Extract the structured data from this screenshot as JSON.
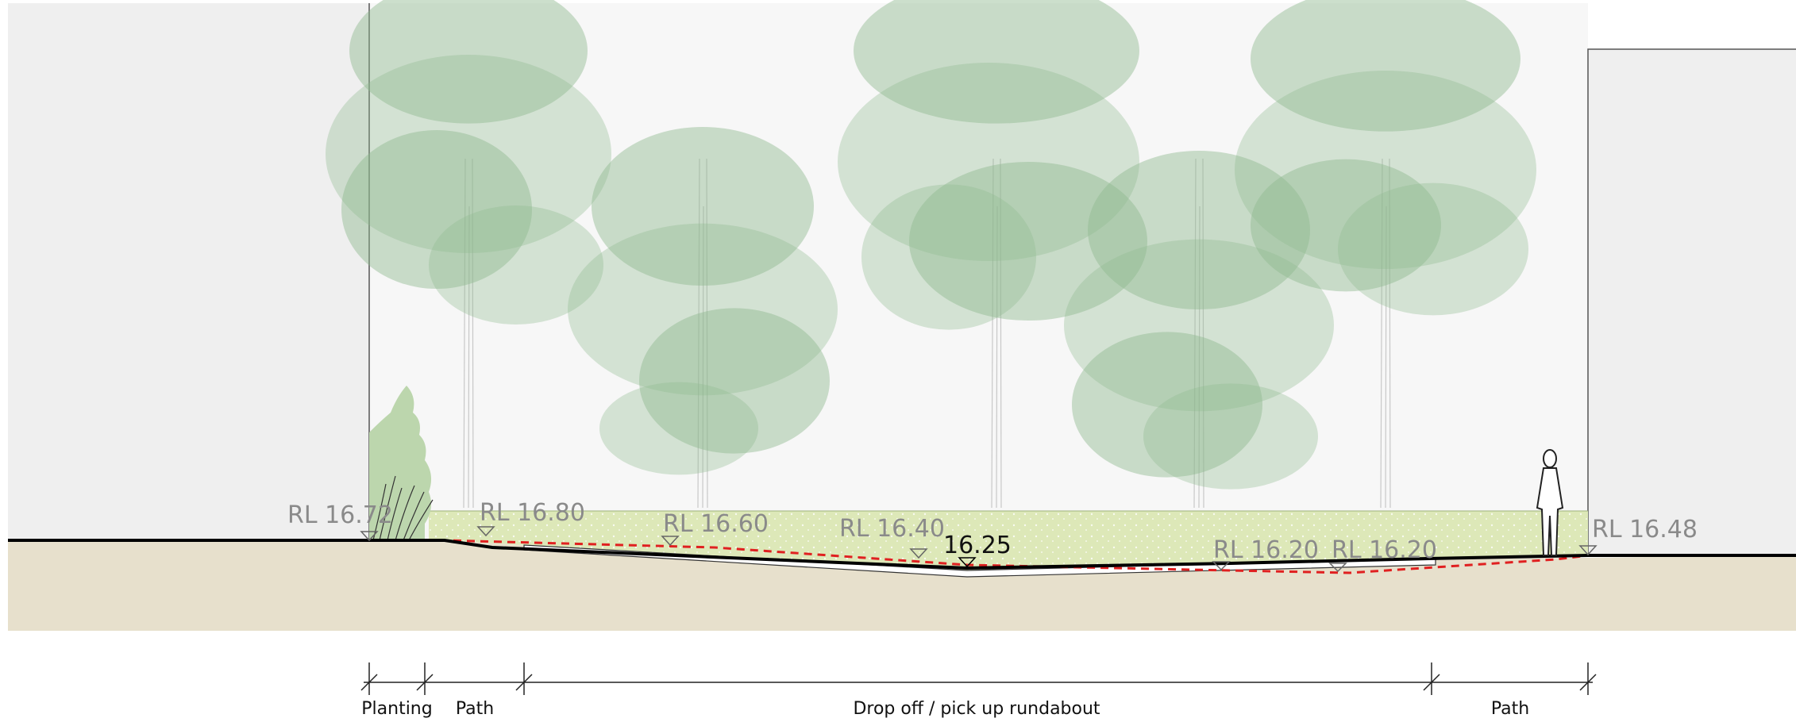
{
  "levels": {
    "rl_1672": "RL 16.72",
    "rl_1680": "RL 16.80",
    "rl_1660": "RL 16.60",
    "rl_1640": "RL 16.40",
    "low_point": "16.25",
    "rl_1620_a": "RL 16.20",
    "rl_1620_b": "RL 16.20",
    "rl_1648": "RL 16.48"
  },
  "zones": {
    "planting": "Planting",
    "path_left": "Path",
    "roundabout": "Drop off / pick up rundabout",
    "path_right": "Path"
  },
  "colors": {
    "ground": "#e7e0cc",
    "building": "#efefef",
    "sky": "#f7f7f7",
    "canopy": "#8fb98f",
    "grass": "#dde8b8",
    "design_line": "#000000",
    "existing_line": "#e02020"
  }
}
